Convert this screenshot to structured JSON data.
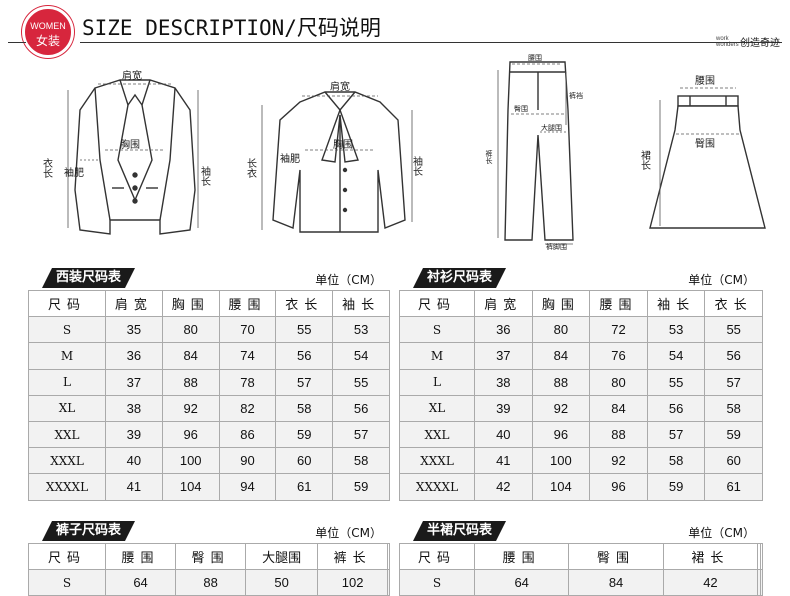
{
  "header": {
    "badge_en": "WOMEN",
    "badge_cn": "女装",
    "title": "SIZE DESCRIPTION/尺码说明",
    "brand_en": "work wonders",
    "brand_cn": "创造奇迹"
  },
  "illustrations": {
    "suit": {
      "shoulder": "肩宽",
      "chest": "胸围",
      "length": "衣长",
      "sleeve_width": "袖肥",
      "sleeve_length": "袖长"
    },
    "shirt": {
      "shoulder": "肩宽",
      "chest": "胸围",
      "length": "长衣",
      "sleeve_width": "袖肥",
      "sleeve_length": "袖长"
    },
    "pants": {
      "waist": "腰围",
      "hip": "臀围",
      "rise": "裤裆",
      "thigh": "大腿围",
      "length": "裤长",
      "hem": "裤脚围"
    },
    "skirt": {
      "waist": "腰围",
      "hip": "臀围",
      "length": "裙长"
    }
  },
  "suit_table": {
    "title": "西装尺码表",
    "unit": "单位（CM）",
    "headers": [
      "尺码",
      "肩宽",
      "胸围",
      "腰围",
      "衣长",
      "袖长"
    ],
    "rows": [
      [
        "S",
        "35",
        "80",
        "70",
        "55",
        "53"
      ],
      [
        "M",
        "36",
        "84",
        "74",
        "56",
        "54"
      ],
      [
        "L",
        "37",
        "88",
        "78",
        "57",
        "55"
      ],
      [
        "XL",
        "38",
        "92",
        "82",
        "58",
        "56"
      ],
      [
        "XXL",
        "39",
        "96",
        "86",
        "59",
        "57"
      ],
      [
        "XXXL",
        "40",
        "100",
        "90",
        "60",
        "58"
      ],
      [
        "XXXXL",
        "41",
        "104",
        "94",
        "61",
        "59"
      ]
    ]
  },
  "shirt_table": {
    "title": "衬衫尺码表",
    "unit": "单位（CM）",
    "headers": [
      "尺码",
      "肩宽",
      "胸围",
      "腰围",
      "袖长",
      "衣长"
    ],
    "rows": [
      [
        "S",
        "36",
        "80",
        "72",
        "53",
        "55"
      ],
      [
        "M",
        "37",
        "84",
        "76",
        "54",
        "56"
      ],
      [
        "L",
        "38",
        "88",
        "80",
        "55",
        "57"
      ],
      [
        "XL",
        "39",
        "92",
        "84",
        "56",
        "58"
      ],
      [
        "XXL",
        "40",
        "96",
        "88",
        "57",
        "59"
      ],
      [
        "XXXL",
        "41",
        "100",
        "92",
        "58",
        "60"
      ],
      [
        "XXXXL",
        "42",
        "104",
        "96",
        "59",
        "61"
      ]
    ]
  },
  "pants_table": {
    "title": "裤子尺码表",
    "unit": "单位（CM）",
    "headers": [
      "尺码",
      "腰围",
      "臀围",
      "大腿围",
      "裤长",
      ""
    ],
    "rows": [
      [
        "S",
        "64",
        "88",
        "50",
        "102",
        ""
      ]
    ]
  },
  "skirt_table": {
    "title": "半裙尺码表",
    "unit": "单位（CM）",
    "headers": [
      "尺码",
      "腰围",
      "臀围",
      "裙长",
      "",
      ""
    ],
    "rows": [
      [
        "S",
        "64",
        "84",
        "42",
        "",
        ""
      ]
    ]
  }
}
